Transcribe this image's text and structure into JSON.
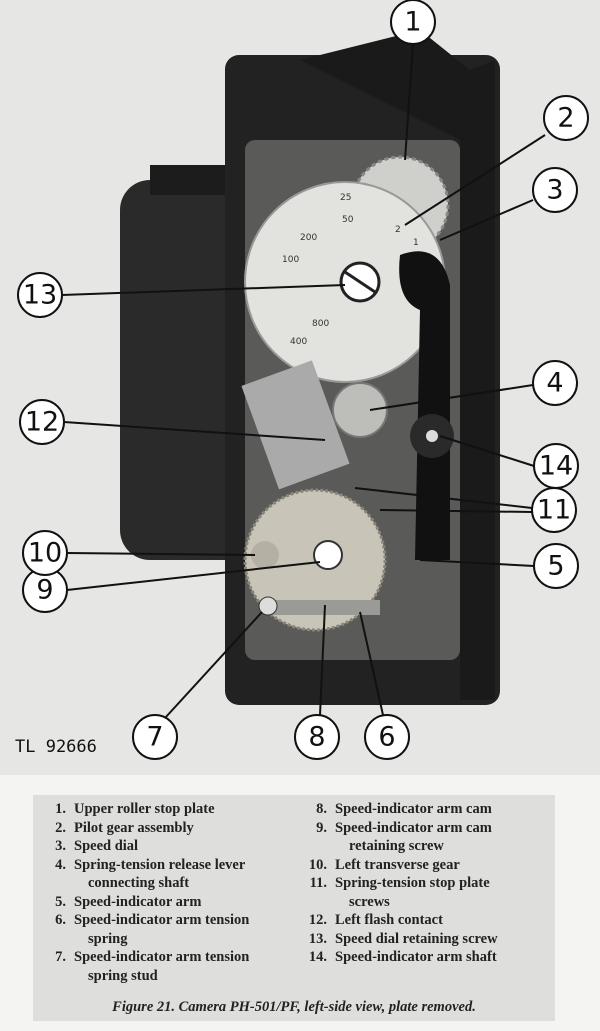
{
  "figure": {
    "tl_number": "TL 92666",
    "callouts": [
      "1",
      "2",
      "3",
      "4",
      "5",
      "6",
      "7",
      "8",
      "9",
      "10",
      "11",
      "12",
      "13",
      "14"
    ],
    "dial_marks": [
      "100",
      "200",
      "400",
      "800",
      "25",
      "50",
      "2",
      "1"
    ]
  },
  "legend": {
    "left": [
      {
        "num": "1.",
        "text": "Upper roller stop plate",
        "cont": ""
      },
      {
        "num": "2.",
        "text": "Pilot gear assembly",
        "cont": ""
      },
      {
        "num": "3.",
        "text": "Speed dial",
        "cont": ""
      },
      {
        "num": "4.",
        "text": "Spring-tension release lever",
        "cont": "connecting shaft"
      },
      {
        "num": "5.",
        "text": "Speed-indicator arm",
        "cont": ""
      },
      {
        "num": "6.",
        "text": "Speed-indicator arm tension",
        "cont": "spring"
      },
      {
        "num": "7.",
        "text": "Speed-indicator arm tension",
        "cont": "spring stud"
      }
    ],
    "right": [
      {
        "num": "8.",
        "text": "Speed-indicator arm cam",
        "cont": ""
      },
      {
        "num": "9.",
        "text": "Speed-indicator arm cam",
        "cont": "retaining screw"
      },
      {
        "num": "10.",
        "text": "Left transverse gear",
        "cont": ""
      },
      {
        "num": "11.",
        "text": "Spring-tension stop plate",
        "cont": "screws"
      },
      {
        "num": "12.",
        "text": "Left flash contact",
        "cont": ""
      },
      {
        "num": "13.",
        "text": "Speed dial retaining screw",
        "cont": ""
      },
      {
        "num": "14.",
        "text": "Speed-indicator arm shaft",
        "cont": ""
      }
    ]
  },
  "caption": "Figure 21.  Camera PH-501/PF, left-side view, plate removed."
}
